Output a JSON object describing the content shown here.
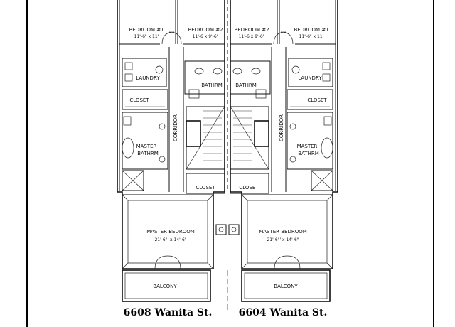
{
  "rooms": {
    "left": {
      "bedroom1": {
        "name": "BEDROOM #1",
        "dim": "11'-6\" x 11'"
      },
      "bedroom2": {
        "name": "BEDROOM #2",
        "dim": "11'-6 x 9'-6\""
      },
      "laundry": "LAUNDRY",
      "bathrm": "BATHRM",
      "closet_upper": "CLOSET",
      "corridor": "CORRIDOR",
      "master_bathrm": [
        "MASTER",
        "BATHRM"
      ],
      "closet_lower": "CLOSET",
      "master_bedroom": {
        "name": "MASTER BEDROOM",
        "dim": "21'-6\"' x 14'-6\""
      },
      "balcony": "BALCONY"
    },
    "right": {
      "bedroom1": {
        "name": "BEDROOM #1",
        "dim": "11'-6\" x 11'"
      },
      "bedroom2": {
        "name": "BEDROOM #2",
        "dim": "11'-6 x 9'-6\""
      },
      "laundry": "LAUNDRY",
      "bathrm": "BATHRM",
      "closet_upper": "CLOSET",
      "corridor": "CORRIDOR",
      "master_bathrm": [
        "MASTER",
        "BATHRM"
      ],
      "closet_lower": "CLOSET",
      "master_bedroom": {
        "name": "MASTER BEDROOM",
        "dim": "21'-6\"' x 14'-6\""
      },
      "balcony": "BALCONY"
    }
  },
  "addresses": {
    "left": "6608 Wanita St.",
    "right": "6604 Wanita St."
  }
}
